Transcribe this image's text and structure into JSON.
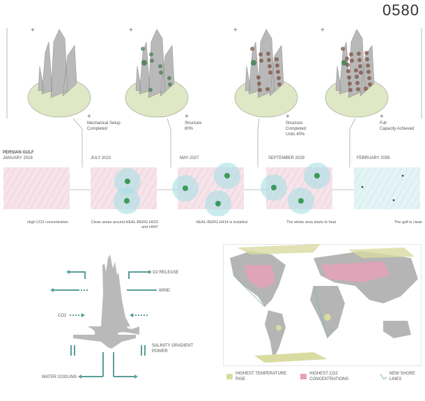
{
  "page_number": "0580",
  "stages": [
    {
      "caption": "Mechanical Setup\nCompleted"
    },
    {
      "caption": "Structure\n80%"
    },
    {
      "caption": "Structure\nCompleted\nUnits 40%"
    },
    {
      "caption": "Full\nCapacity Achieved"
    }
  ],
  "timeline": [
    {
      "title": "PERSIAN GULF",
      "date": "JANUARY 2018",
      "note": "High CO2 concentration"
    },
    {
      "date": "JULY 2022",
      "note": "Clean areas around HEAL-BERG H023\nand H047"
    },
    {
      "date": "MAY 2027",
      "note": "HEAL-BERG H414 is installed"
    },
    {
      "date": "SEPTEMBER 2029",
      "note": "The whole area starts to heal"
    },
    {
      "date": "FEBRUARY 2039",
      "note": "The gulf is clean"
    }
  ],
  "flow_labels": {
    "o2": "O2 RELEASE",
    "wind": "WIND",
    "co2": "CO2",
    "salinity": "SALINITY GRADIENT\nPOWER",
    "cooling": "WATER COOLING"
  },
  "legend": [
    {
      "label": "HIGHEST TEMPERATURE RISE",
      "color": "#d9dba0"
    },
    {
      "label": "HIGHEST CO2 CONCENTRATIONS",
      "color": "#e8a0b8"
    },
    {
      "label": "NEW SHORE LINES",
      "color": "#7ab8c0"
    }
  ],
  "colors": {
    "teal": "#5a9e9a",
    "base": "#dfe8c4",
    "tower": "#b9b9b9"
  }
}
